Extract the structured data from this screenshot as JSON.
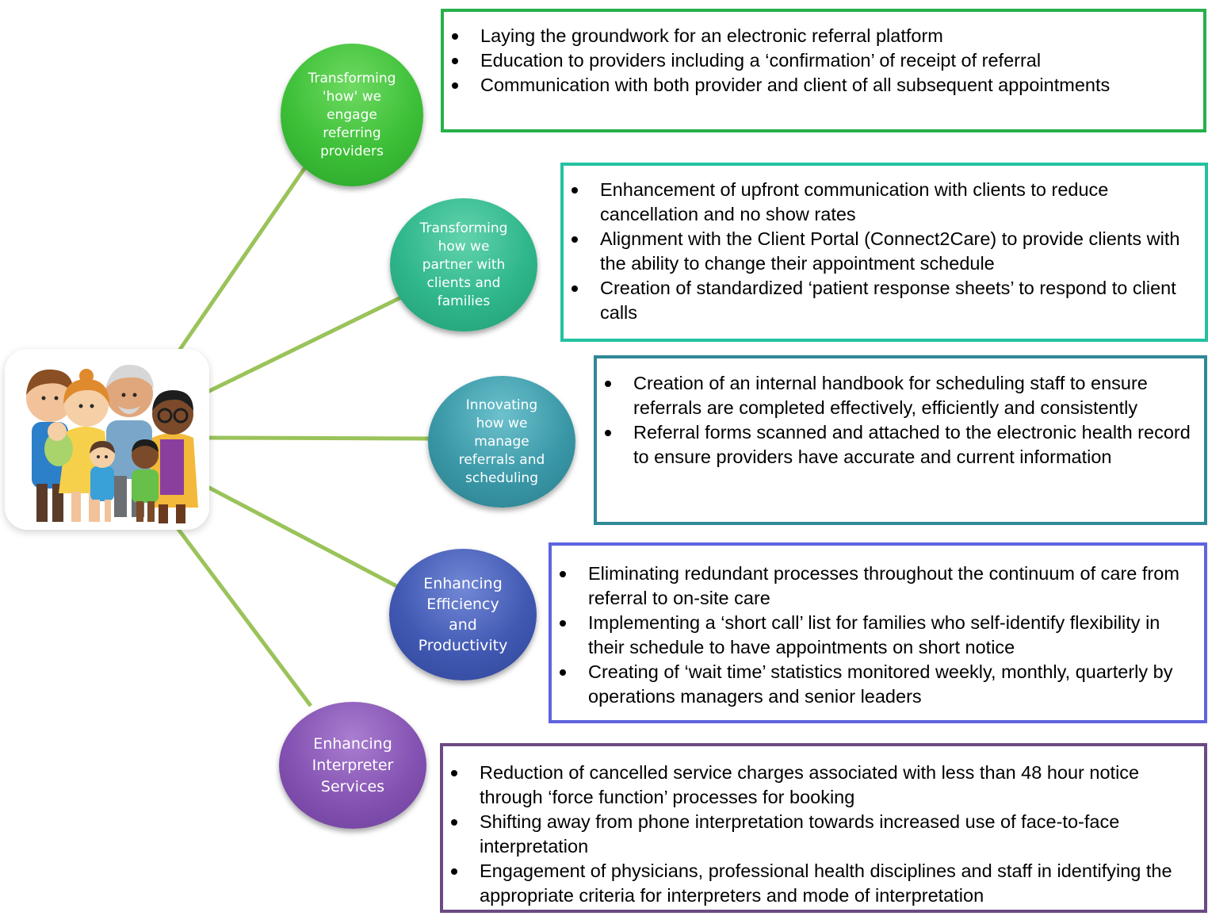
{
  "colors": {
    "connector": "#9ac35a",
    "green": "#3cbf37",
    "teal": "#2fb68b",
    "blue_teal": "#3a98a7",
    "indigo": "#4159b3",
    "purple": "#8553b3"
  },
  "illustration": {
    "icon": "family-illustration-icon"
  },
  "branches": [
    {
      "circle_lines": [
        "Transforming",
        "'how' we",
        "engage",
        "referring",
        "providers"
      ],
      "border_color": "#27b04a",
      "bullets": [
        "Laying the groundwork for an electronic referral  platform",
        "Education to providers including a ‘confirmation’ of receipt of referral",
        "Communication with both provider and client of all subsequent appointments"
      ]
    },
    {
      "circle_lines": [
        "Transforming",
        "how we",
        "partner with",
        "clients and",
        "families"
      ],
      "border_color": "#22c2a1",
      "bullets": [
        "Enhancement of upfront communication with clients to reduce cancellation and no show rates",
        "Alignment with the Client Portal (Connect2Care) to provide clients with the ability to change their appointment schedule",
        "Creation of standardized ‘patient response sheets’ to respond to client calls"
      ]
    },
    {
      "circle_lines": [
        "Innovating",
        "how we",
        "manage",
        "referrals and",
        "scheduling"
      ],
      "border_color": "#2f8896",
      "bullets": [
        "Creation of an internal handbook for scheduling staff to ensure referrals are completed effectively, efficiently and consistently",
        "Referral forms scanned and attached to the electronic health record to ensure providers have accurate and current information"
      ]
    },
    {
      "circle_lines": [
        "Enhancing",
        "Efficiency",
        "and",
        "Productivity"
      ],
      "border_color": "#5f63df",
      "bullets": [
        "Eliminating redundant processes throughout the continuum of care from referral to on-site care",
        "Implementing a ‘short call’ list for families who self-identify flexibility in their schedule to have appointments on short notice",
        "Creating of ‘wait time’ statistics monitored weekly, monthly, quarterly by operations managers and senior leaders"
      ]
    },
    {
      "circle_lines": [
        "Enhancing",
        "Interpreter",
        "Services"
      ],
      "border_color": "#6b4a85",
      "bullets": [
        "Reduction of cancelled service charges associated with less than 48 hour notice through ‘force function’ processes for booking",
        "Shifting away from phone interpretation towards increased use of face-to-face interpretation",
        "Engagement of physicians, professional health disciplines and staff in identifying the appropriate criteria for interpreters and mode of interpretation"
      ]
    }
  ]
}
